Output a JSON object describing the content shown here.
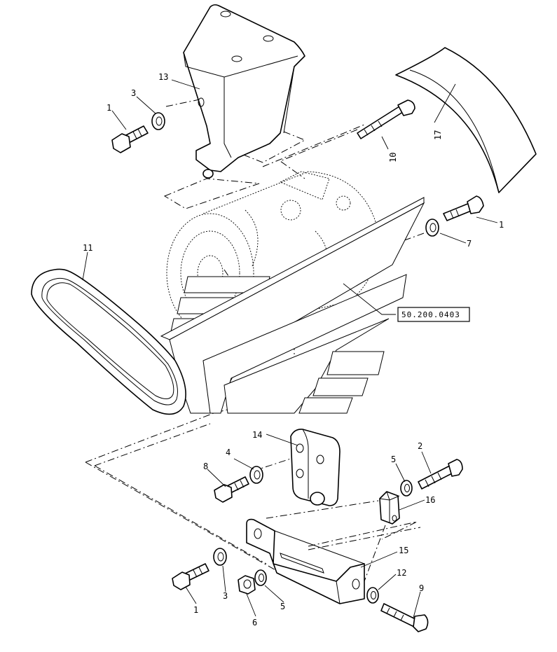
{
  "callouts": {
    "c1_top": "1",
    "c3_top": "3",
    "c13": "13",
    "c10": "10",
    "c17": "17",
    "c1_right": "1",
    "c7": "7",
    "c11": "11",
    "c14": "14",
    "c4": "4",
    "c8": "8",
    "c2": "2",
    "c5_right": "5",
    "c16": "16",
    "c15": "15",
    "c12": "12",
    "c9": "9",
    "c1_bottom": "1",
    "c3_bottom": "3",
    "c6": "6",
    "c5_bottom": "5"
  },
  "reference": "50.200.0403",
  "icons": {
    "watermark": "stylized-logo-watermark-icon"
  },
  "colors": {
    "line": "#000000",
    "background": "#ffffff"
  }
}
